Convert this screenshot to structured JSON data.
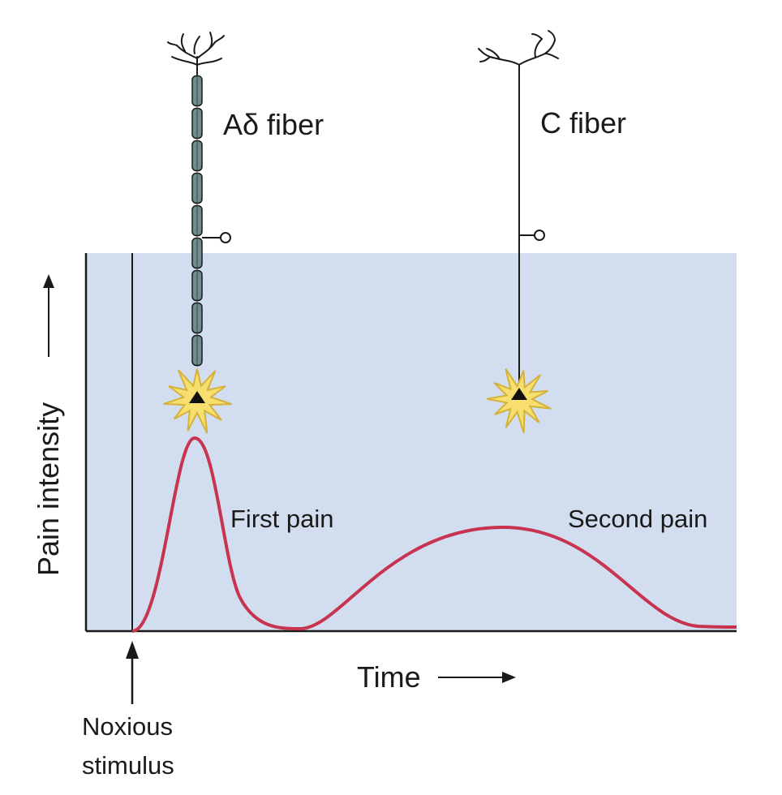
{
  "fibers": {
    "a_delta": {
      "label": "Aδ fiber"
    },
    "c": {
      "label": "C fiber"
    }
  },
  "curve_labels": {
    "first": "First pain",
    "second": "Second pain"
  },
  "axes": {
    "y_label": "Pain intensity",
    "x_label": "Time"
  },
  "stimulus": {
    "line1": "Noxious",
    "line2": "stimulus"
  },
  "colors": {
    "panel_bg": "#d3ddf0",
    "curve": "#c8334f",
    "myelin": "#6e8f8d",
    "star_fill": "#f6df6f",
    "star_stroke": "#d4b23a",
    "axis": "#1a1a1a"
  }
}
